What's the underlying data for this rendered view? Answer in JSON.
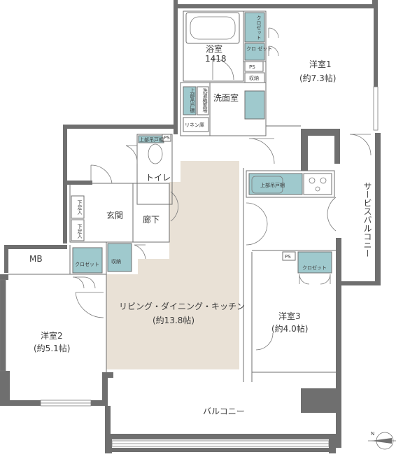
{
  "rooms": {
    "bath_name": "浴室",
    "bath_size": "1418",
    "bedroom1_name": "洋室1",
    "bedroom1_size": "(約7.3帖)",
    "washroom": "洗面室",
    "toilet": "トイレ",
    "entrance": "玄関",
    "hallway": "廊下",
    "ldk_name": "リビング・ダイニング・キッチン",
    "ldk_size": "(約13.8帖)",
    "bedroom2_name": "洋室2",
    "bedroom2_size": "(約5.1帖)",
    "bedroom3_name": "洋室3",
    "bedroom3_size": "(約4.0帖)",
    "balcony": "バルコニー",
    "service_balcony": "サービスバルコニー",
    "mb": "MB"
  },
  "labels": {
    "closet": "クロゼット",
    "closet_split": "クロ ゼット",
    "ps": "PS",
    "storage": "収納",
    "upper_storage": "上部吊戸棚",
    "upper_storage_h": "上部吊戸棚",
    "laundry": "洗濯機置場",
    "linen": "リネン庫",
    "shoe1": "下足入",
    "shoe2": "下足入",
    "toilet_cabinet": "上部吊戸棚",
    "kitchen_upper": "上部吊戸棚"
  },
  "compass": {
    "north": "N"
  },
  "colors": {
    "wall": "#6f6f6f",
    "fixture": "#9fc9cd",
    "ldk_floor": "#e9e1d6"
  }
}
